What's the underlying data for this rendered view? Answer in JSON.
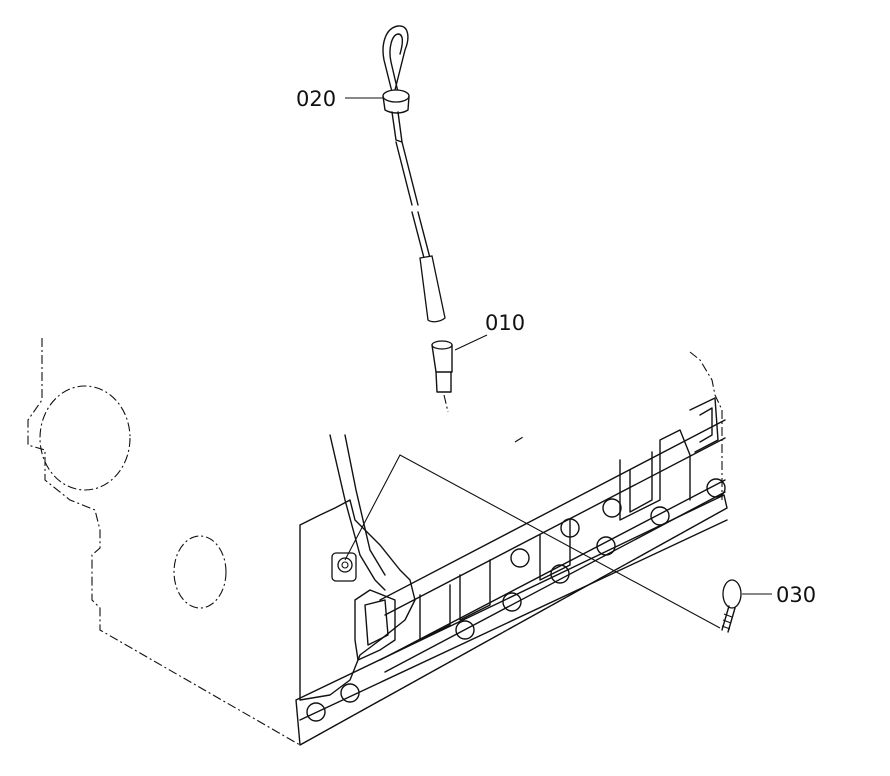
{
  "callouts": [
    {
      "id": "020",
      "label": "020"
    },
    {
      "id": "010",
      "label": "010"
    },
    {
      "id": "030",
      "label": "030"
    }
  ]
}
